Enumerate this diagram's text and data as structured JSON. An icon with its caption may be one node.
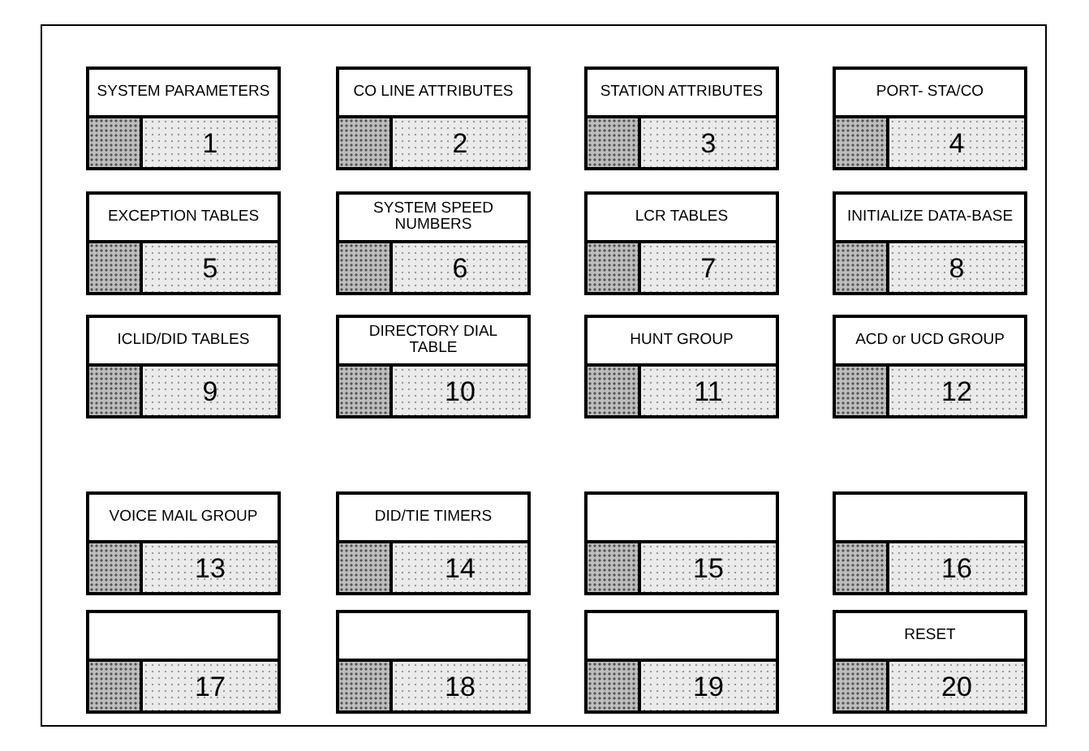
{
  "diagram": {
    "nodes": [
      {
        "text": [
          "SYSTEM PARAMETERS",
          "1"
        ]
      },
      {
        "text": [
          "CO LINE ATTRIBUTES",
          "2"
        ]
      },
      {
        "text": [
          "STATION ATTRIBUTES",
          "3"
        ]
      },
      {
        "text": [
          "PORT- STA/CO",
          "4"
        ]
      },
      {
        "text": [
          "EXCEPTION TABLES",
          "5"
        ]
      },
      {
        "text": [
          "SYSTEM SPEED NUMBERS",
          "6"
        ]
      },
      {
        "text": [
          "LCR TABLES",
          "7"
        ]
      },
      {
        "text": [
          "INITIALIZE DATA-BASE",
          "8"
        ]
      },
      {
        "text": [
          "ICLID/DID TABLES",
          "9"
        ]
      },
      {
        "text": [
          "DIRECTORY DIAL TABLE",
          "10"
        ]
      },
      {
        "text": [
          "HUNT GROUP",
          "11"
        ]
      },
      {
        "text": [
          "ACD or UCD GROUP",
          "12"
        ]
      },
      {
        "text": [
          "VOICE MAIL GROUP",
          "13"
        ]
      },
      {
        "text": [
          "DID/TIE TIMERS",
          "14"
        ]
      },
      {
        "text": [
          "15"
        ]
      },
      {
        "text": [
          "16"
        ]
      },
      {
        "text": [
          "17"
        ]
      },
      {
        "text": [
          "18"
        ]
      },
      {
        "text": [
          "19"
        ]
      },
      {
        "text": [
          "RESET",
          "20"
        ]
      }
    ]
  }
}
